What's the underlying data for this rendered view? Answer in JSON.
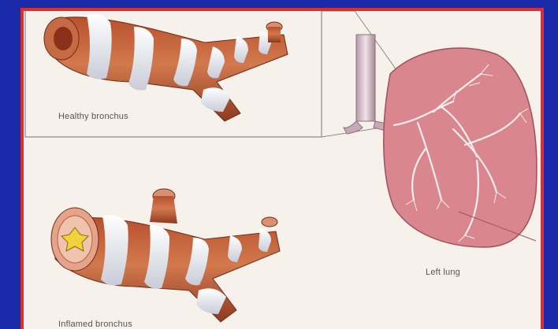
{
  "diagram": {
    "labels": {
      "healthy": "Healthy bronchus",
      "inflamed": "Inflamed bronchus",
      "lung": "Left lung"
    }
  }
}
